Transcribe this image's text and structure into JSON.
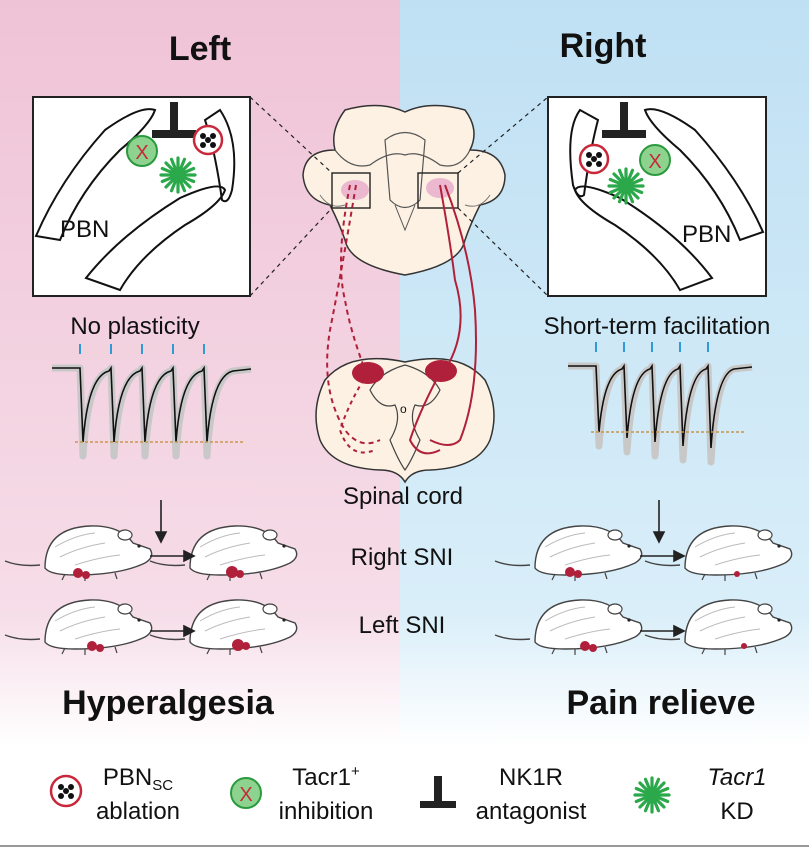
{
  "left": {
    "title": "Left",
    "region_label": "PBN",
    "plasticity": "No plasticity",
    "outcome": "Hyperalgesia"
  },
  "right": {
    "title": "Right",
    "region_label": "PBN",
    "plasticity": "Short-term facilitation",
    "outcome": "Pain relieve"
  },
  "center": {
    "spinal_label": "Spinal cord",
    "right_sni": "Right SNI",
    "left_sni": "Left SNI",
    "inhibit_mark": "X"
  },
  "legend": {
    "ablation_main": "PBN",
    "ablation_sub": "SC",
    "ablation_line2": "ablation",
    "inhibition_line1": "Tacr1",
    "inhibition_sup": "+",
    "inhibition_line2": "inhibition",
    "antagonist_line1": "NK1R",
    "antagonist_line2": "antagonist",
    "kd_line1": "Tacr1",
    "kd_line2": "KD"
  },
  "colors": {
    "left_bg": "#f0c6d8",
    "right_bg": "#c2e2f4",
    "tissue": "#fcf1e2",
    "projection_red": "#b0203a",
    "green": "#2aa84a",
    "pulse_blue": "#2e9ad8",
    "baseline_orange": "#c8964e"
  },
  "icons": [
    "ablation-icon",
    "inhibition-icon",
    "antagonist-icon",
    "knockdown-icon",
    "mouse-icon",
    "arrow-icon"
  ]
}
